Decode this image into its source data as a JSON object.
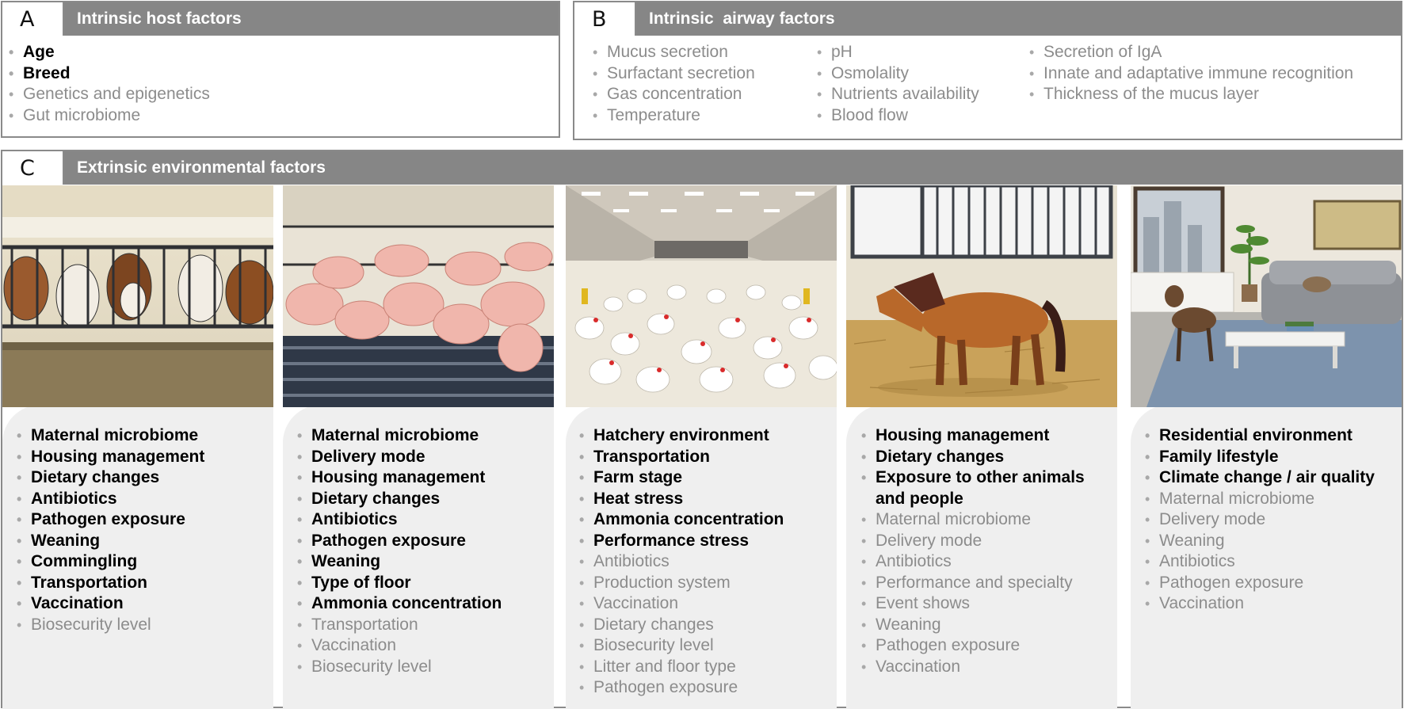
{
  "panelA": {
    "letter": "A",
    "title": "Intrinsic host factors",
    "items": [
      {
        "text": "Age",
        "bold": true
      },
      {
        "text": "Breed",
        "bold": true
      },
      {
        "text": "Genetics and epigenetics",
        "bold": false
      },
      {
        "text": "Gut microbiome",
        "bold": false
      }
    ]
  },
  "panelB": {
    "letter": "B",
    "title": "Intrinsic  airway factors",
    "columns": [
      [
        "Mucus secretion",
        "Surfactant secretion",
        "Gas concentration",
        "Temperature"
      ],
      [
        "pH",
        "Osmolality",
        "Nutrients availability",
        "Blood flow"
      ],
      [
        "Secretion of IgA",
        "Innate and adaptative immune recognition",
        "Thickness of the mucus layer"
      ]
    ]
  },
  "panelC": {
    "letter": "C",
    "title": "Extrinsic environmental factors",
    "columns": [
      {
        "scene": "cattle-pen",
        "items": [
          {
            "text": "Maternal microbiome",
            "bold": true
          },
          {
            "text": "Housing management",
            "bold": true
          },
          {
            "text": "Dietary changes",
            "bold": true
          },
          {
            "text": "Antibiotics",
            "bold": true
          },
          {
            "text": "Pathogen exposure",
            "bold": true
          },
          {
            "text": "Weaning",
            "bold": true
          },
          {
            "text": "Commingling",
            "bold": true
          },
          {
            "text": "Transportation",
            "bold": true
          },
          {
            "text": "Vaccination",
            "bold": true
          },
          {
            "text": "Biosecurity level",
            "bold": false
          }
        ]
      },
      {
        "scene": "pig-pen",
        "items": [
          {
            "text": "Maternal microbiome",
            "bold": true
          },
          {
            "text": "Delivery mode",
            "bold": true
          },
          {
            "text": "Housing management",
            "bold": true
          },
          {
            "text": "Dietary changes",
            "bold": true
          },
          {
            "text": "Antibiotics",
            "bold": true
          },
          {
            "text": "Pathogen exposure",
            "bold": true
          },
          {
            "text": "Weaning",
            "bold": true
          },
          {
            "text": "Type of floor",
            "bold": true
          },
          {
            "text": "Ammonia concentration",
            "bold": true
          },
          {
            "text": "Transportation",
            "bold": false
          },
          {
            "text": "Vaccination",
            "bold": false
          },
          {
            "text": "Biosecurity level",
            "bold": false
          }
        ]
      },
      {
        "scene": "poultry-house",
        "items": [
          {
            "text": "Hatchery environment",
            "bold": true
          },
          {
            "text": "Transportation",
            "bold": true
          },
          {
            "text": "Farm stage",
            "bold": true
          },
          {
            "text": "Heat stress",
            "bold": true
          },
          {
            "text": "Ammonia concentration",
            "bold": true
          },
          {
            "text": "Performance stress",
            "bold": true
          },
          {
            "text": "Antibiotics",
            "bold": false
          },
          {
            "text": "Production system",
            "bold": false
          },
          {
            "text": "Vaccination",
            "bold": false
          },
          {
            "text": "Dietary changes",
            "bold": false
          },
          {
            "text": "Biosecurity level",
            "bold": false
          },
          {
            "text": "Litter and floor type",
            "bold": false
          },
          {
            "text": "Pathogen exposure",
            "bold": false
          }
        ]
      },
      {
        "scene": "horse-stable",
        "items": [
          {
            "text": "Housing management",
            "bold": true
          },
          {
            "text": "Dietary changes",
            "bold": true
          },
          {
            "text": "Exposure to other animals",
            "bold": true
          },
          {
            "text": "and people",
            "bold": true,
            "nobullet": true
          },
          {
            "text": "Maternal microbiome",
            "bold": false
          },
          {
            "text": "Delivery mode",
            "bold": false
          },
          {
            "text": "Antibiotics",
            "bold": false
          },
          {
            "text": "Performance and specialty",
            "bold": false
          },
          {
            "text": "Event shows",
            "bold": false
          },
          {
            "text": "Weaning",
            "bold": false
          },
          {
            "text": "Pathogen exposure",
            "bold": false
          },
          {
            "text": "Vaccination",
            "bold": false
          }
        ]
      },
      {
        "scene": "living-room",
        "items": [
          {
            "text": "Residential environment",
            "bold": true
          },
          {
            "text": "Family lifestyle",
            "bold": true
          },
          {
            "text": "Climate change / air quality",
            "bold": true
          },
          {
            "text": "Maternal microbiome",
            "bold": false
          },
          {
            "text": "Delivery mode",
            "bold": false
          },
          {
            "text": "Weaning",
            "bold": false
          },
          {
            "text": "Antibiotics",
            "bold": false
          },
          {
            "text": "Pathogen exposure",
            "bold": false
          },
          {
            "text": "Vaccination",
            "bold": false
          }
        ]
      }
    ]
  },
  "colors": {
    "header": "#868686",
    "border": "#8a8a8a",
    "bold_text": "#000000",
    "muted_text": "#8c8c8c",
    "column_bg": "#efefef"
  }
}
